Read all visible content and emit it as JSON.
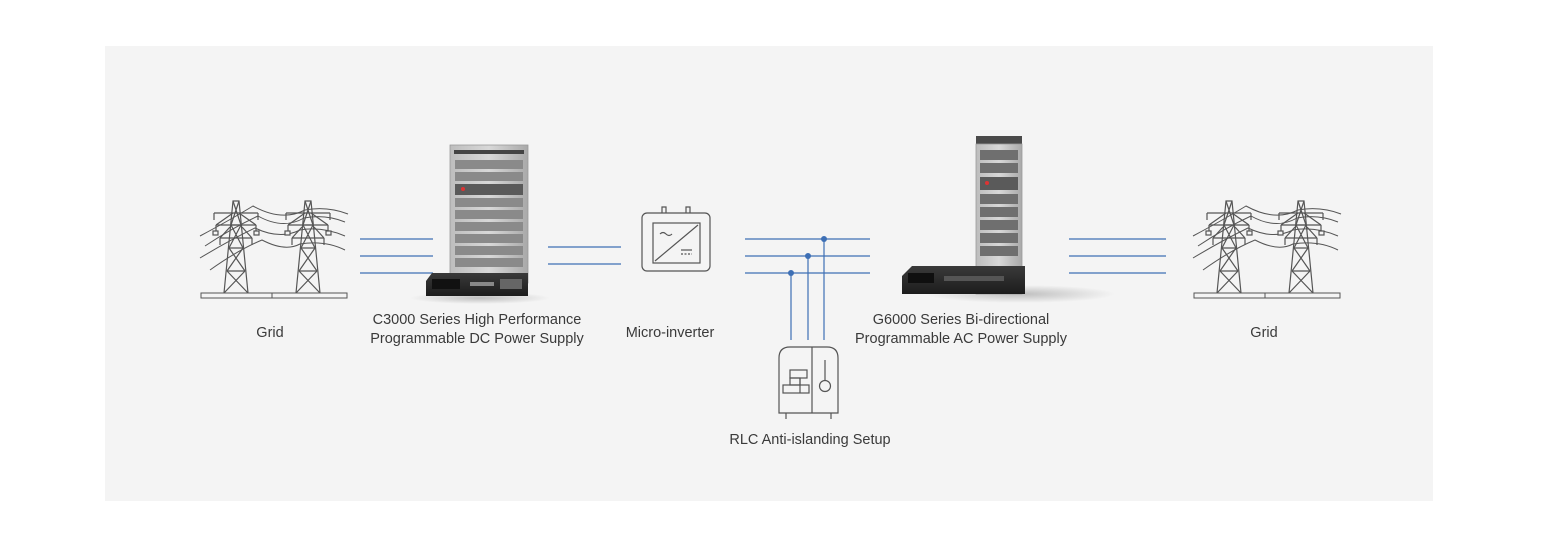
{
  "diagram": {
    "nodes": [
      {
        "id": "grid-left",
        "label": "Grid",
        "icon": "power-tower-icon"
      },
      {
        "id": "dc-supply",
        "label_line1": "C3000 Series High Performance",
        "label_line2": "Programmable DC Power Supply",
        "icon": "dc-power-rack-icon"
      },
      {
        "id": "micro-inverter",
        "label": "Micro-inverter",
        "icon": "inverter-icon"
      },
      {
        "id": "rlc-load",
        "label": "RLC Anti-islanding Setup",
        "icon": "rlc-load-cabinet-icon"
      },
      {
        "id": "ac-supply",
        "label_line1": "G6000 Series Bi-directional",
        "label_line2": "Programmable AC Power Supply",
        "icon": "ac-power-rack-icon"
      },
      {
        "id": "grid-right",
        "label": "Grid",
        "icon": "power-tower-icon"
      }
    ],
    "colors": {
      "background": "#f4f4f4",
      "line": "#3d6fb5",
      "icon_stroke": "#555555",
      "cabinet_dark": "#2b2b2b",
      "cabinet_light": "#c9c9c9"
    }
  }
}
